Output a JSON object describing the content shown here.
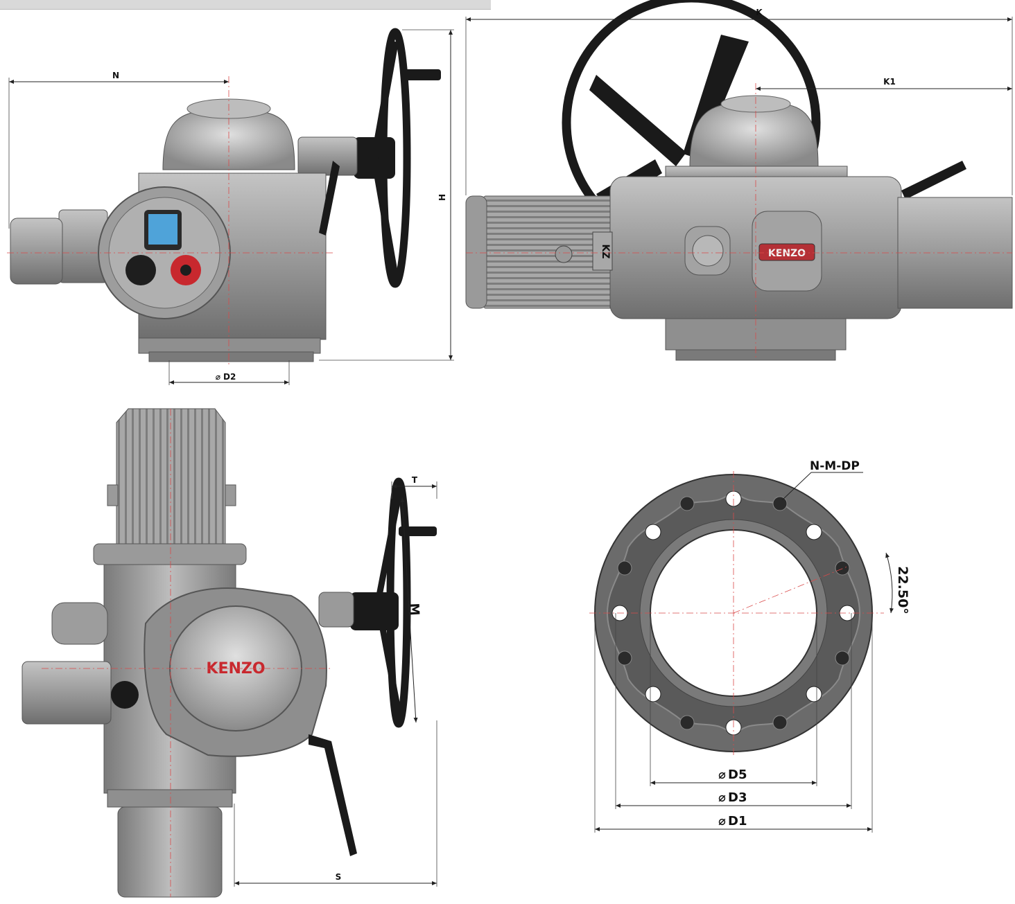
{
  "brand": "KENZO",
  "emblem": "KZ",
  "dimensions": {
    "front": {
      "N": "N",
      "H": "H",
      "D2": "D2"
    },
    "side": {
      "K": "K",
      "K1": "K1"
    },
    "top": {
      "T": "T",
      "M": "M",
      "S": "S"
    },
    "flange": {
      "holes": "N-M-DP",
      "angle": "22.50°",
      "D5": "D5",
      "D3": "D3",
      "D1": "D1"
    }
  },
  "symbols": {
    "diameter": "⌀"
  },
  "colors": {
    "body": "#8c8c8c",
    "body_light": "#b3b3b3",
    "body_dark": "#5e5e5e",
    "wheel": "#1a1a1a",
    "centerline": "#d94a4a",
    "brand_red": "#c8282e",
    "flange": "#6b6b6b"
  }
}
